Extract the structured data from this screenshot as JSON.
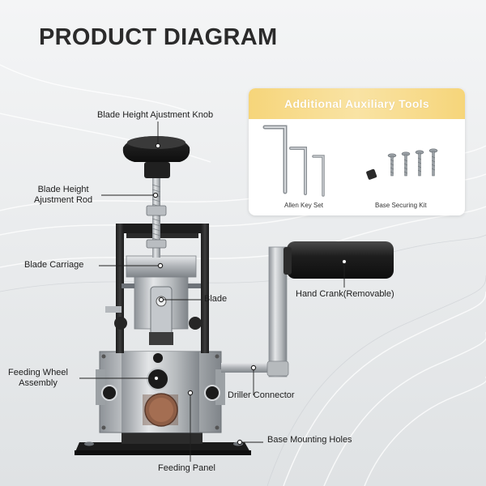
{
  "title": "PRODUCT DIAGRAM",
  "tools_panel": {
    "title": "Additional Auxiliary Tools",
    "items": [
      "Allen Key Set",
      "Base Securing Kit"
    ]
  },
  "callouts": {
    "knob": "Blade Height Ajustment Knob",
    "rod_line1": "Blade Height",
    "rod_line2": "Ajustment Rod",
    "carriage": "Blade Carriage",
    "blade": "Blade",
    "crank": "Hand Crank(Removable)",
    "wheel_line1": "Feeding Wheel",
    "wheel_line2": "Assembly",
    "driller": "Driller Connector",
    "base": "Base Mounting Holes",
    "panel": "Feeding Panel"
  },
  "colors": {
    "accent": "#f6d57a",
    "title_text": "#2b2b2b",
    "handle": "#1e1e1e",
    "metal": "#c9cdd1"
  }
}
